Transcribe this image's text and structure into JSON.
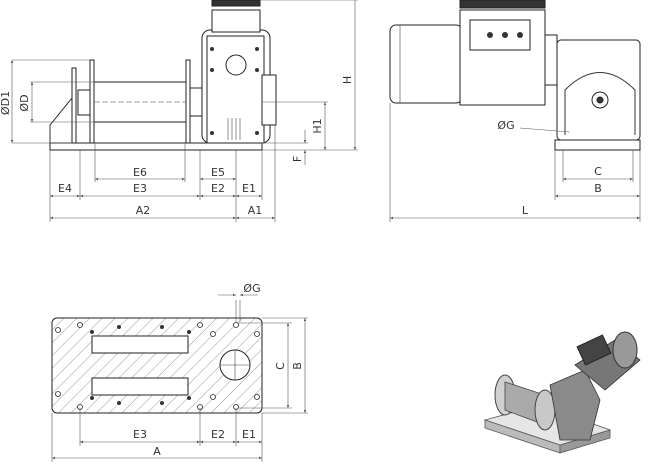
{
  "side_view": {
    "labels": {
      "D1": "ØD1",
      "D": "ØD",
      "H": "H",
      "H1": "H1",
      "F": "F",
      "E6": "E6",
      "E5": "E5",
      "E4": "E4",
      "E3": "E3",
      "E2": "E2",
      "E1": "E1",
      "A2": "A2",
      "A1": "A1"
    }
  },
  "end_view": {
    "labels": {
      "G": "ØG",
      "C": "C",
      "B": "B",
      "L": "L"
    }
  },
  "base_plate": {
    "labels": {
      "G": "ØG",
      "C": "C",
      "B": "B",
      "E3": "E3",
      "E2": "E2",
      "E1": "E1",
      "A": "A"
    }
  }
}
